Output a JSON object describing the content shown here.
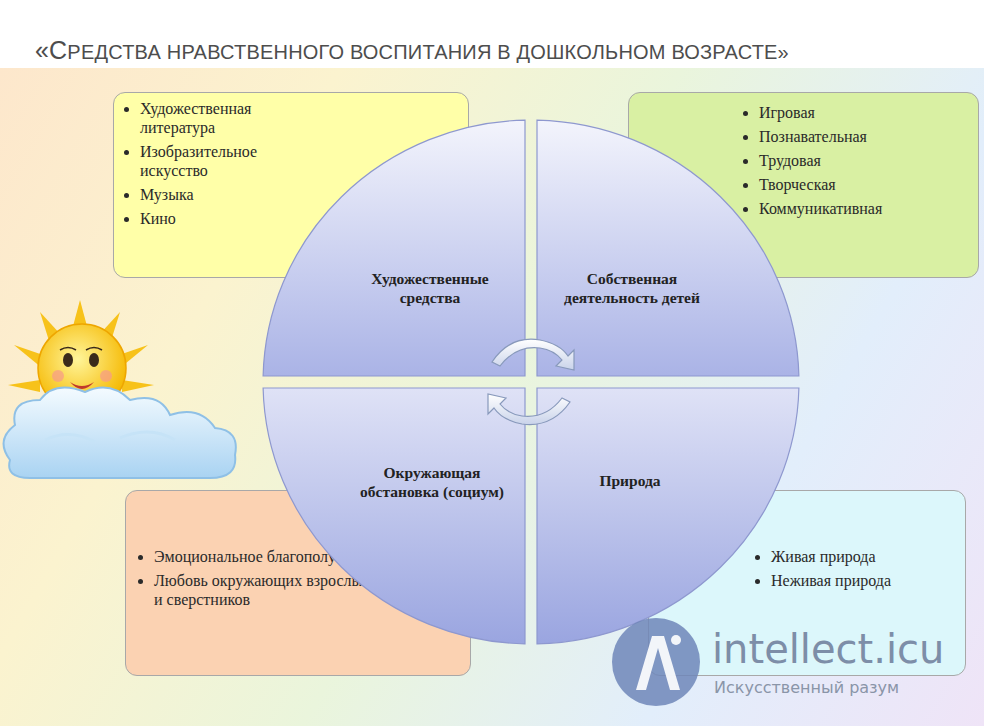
{
  "diagram": {
    "title": "«СРЕДСТВА НРАВСТВЕННОГО ВОСПИТАНИЯ В ДОШКОЛЬНОМ ВОЗРАСТЕ»",
    "nodes": [
      {
        "text": [
          "Художественная литература",
          "Изобразительное искусство",
          "Музыка",
          "Кино"
        ]
      },
      {
        "text": [
          "Игровая",
          "Познавательная",
          "Трудовая",
          "Творческая",
          "Коммуникативная"
        ]
      },
      {
        "text": [
          "Художественные средства"
        ]
      },
      {
        "text": [
          "Собственная деятельность детей"
        ]
      },
      {
        "text": [
          "Окружающая обстановка (социум)"
        ]
      },
      {
        "text": [
          "Природа"
        ]
      },
      {
        "text": [
          "Эмоциональное благополучие",
          "Любовь окружающих взрослых и сверстников"
        ]
      },
      {
        "text": [
          "Живая природа",
          "Неживая природа"
        ]
      }
    ],
    "labels": [
      "intellect.icu",
      "Искусственный разум"
    ]
  }
}
